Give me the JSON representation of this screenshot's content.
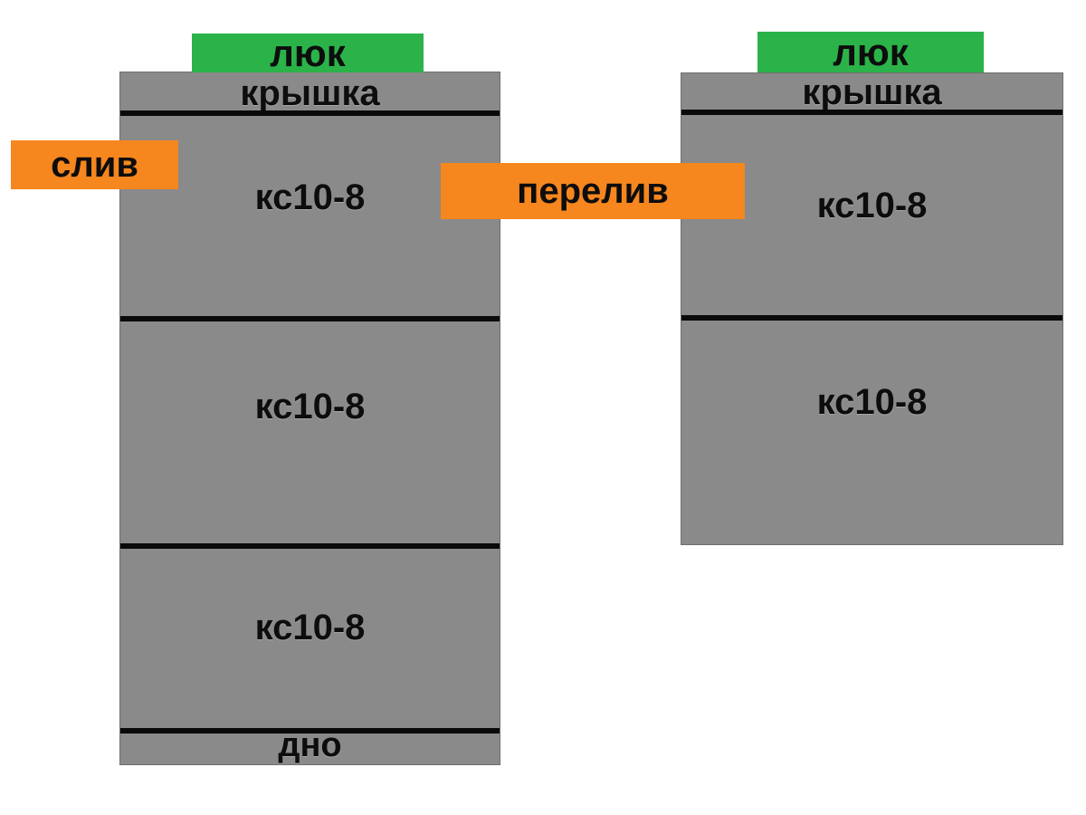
{
  "diagram_title": "septic-tank-concrete-rings-scheme",
  "colors": {
    "background": "#ffffff",
    "tank_gray": "#8a8a8a",
    "hatch_green": "#2bb34a",
    "pipe_orange": "#f6861e",
    "line_black": "#0a0a0a",
    "text_black": "#0d0d0d"
  },
  "left_tank": {
    "hatch": "люк",
    "lid": "крышка",
    "rings": [
      "кс10-8",
      "кс10-8",
      "кс10-8"
    ],
    "bottom": "дно"
  },
  "right_tank": {
    "hatch": "люк",
    "lid": "крышка",
    "rings": [
      "кс10-8",
      "кс10-8"
    ]
  },
  "pipes": {
    "drain": "слив",
    "overflow": "перелив"
  }
}
